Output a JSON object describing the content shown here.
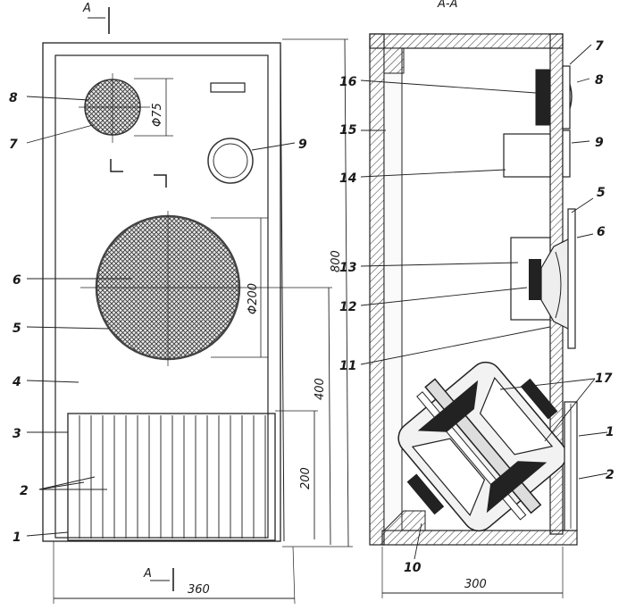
{
  "section_mark": "A",
  "section_title": "А-А",
  "dimensions": {
    "front_width": "360",
    "height_total": "800",
    "height_400": "400",
    "height_200": "200",
    "tweeter_dia": "Φ75",
    "woofer_dia": "Φ200",
    "side_depth": "300"
  },
  "front_labels": [
    "8",
    "7",
    "9",
    "6",
    "5",
    "4",
    "3",
    "2",
    "1"
  ],
  "side_labels": [
    "7",
    "8",
    "16",
    "15",
    "9",
    "14",
    "5",
    "6",
    "13",
    "12",
    "11",
    "17",
    "1",
    "2",
    "10"
  ]
}
